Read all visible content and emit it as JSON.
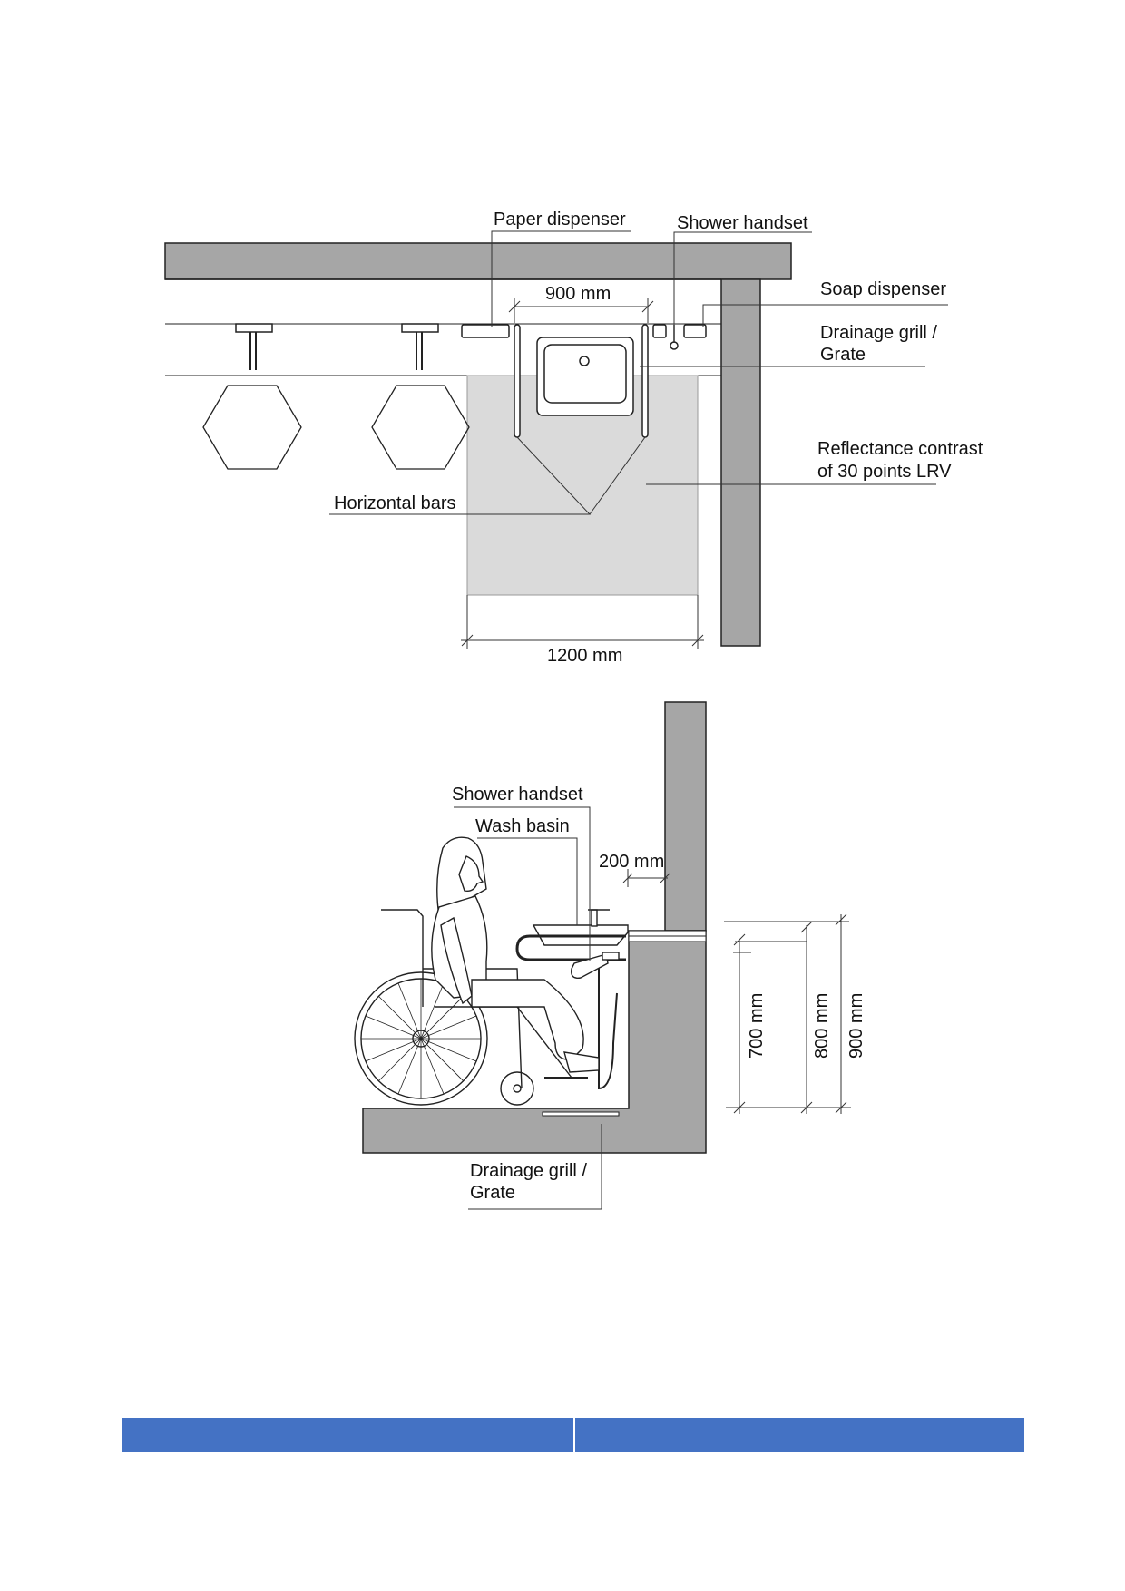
{
  "plan_view": {
    "labels": {
      "paper_dispenser": "Paper dispenser",
      "shower_handset": "Shower handset",
      "soap_dispenser": "Soap dispenser",
      "drainage_line1": "Drainage grill /",
      "drainage_line2": "Grate",
      "reflectance_line1": "Reflectance contrast",
      "reflectance_line2": "of 30 points LRV",
      "horizontal_bars": "Horizontal bars"
    },
    "dimensions": {
      "basin_width": "900 mm",
      "floor_width": "1200 mm"
    }
  },
  "section_view": {
    "labels": {
      "shower_handset": "Shower handset",
      "wash_basin": "Wash basin",
      "drainage_line1": "Drainage grill /",
      "drainage_line2": "Grate"
    },
    "dimensions": {
      "wall_offset": "200 mm",
      "height_700": "700 mm",
      "height_800": "800 mm",
      "height_900": "900 mm"
    }
  },
  "colors": {
    "wall": "#a6a6a6",
    "floor_zone": "#dadada",
    "footer": "#4472c4"
  }
}
